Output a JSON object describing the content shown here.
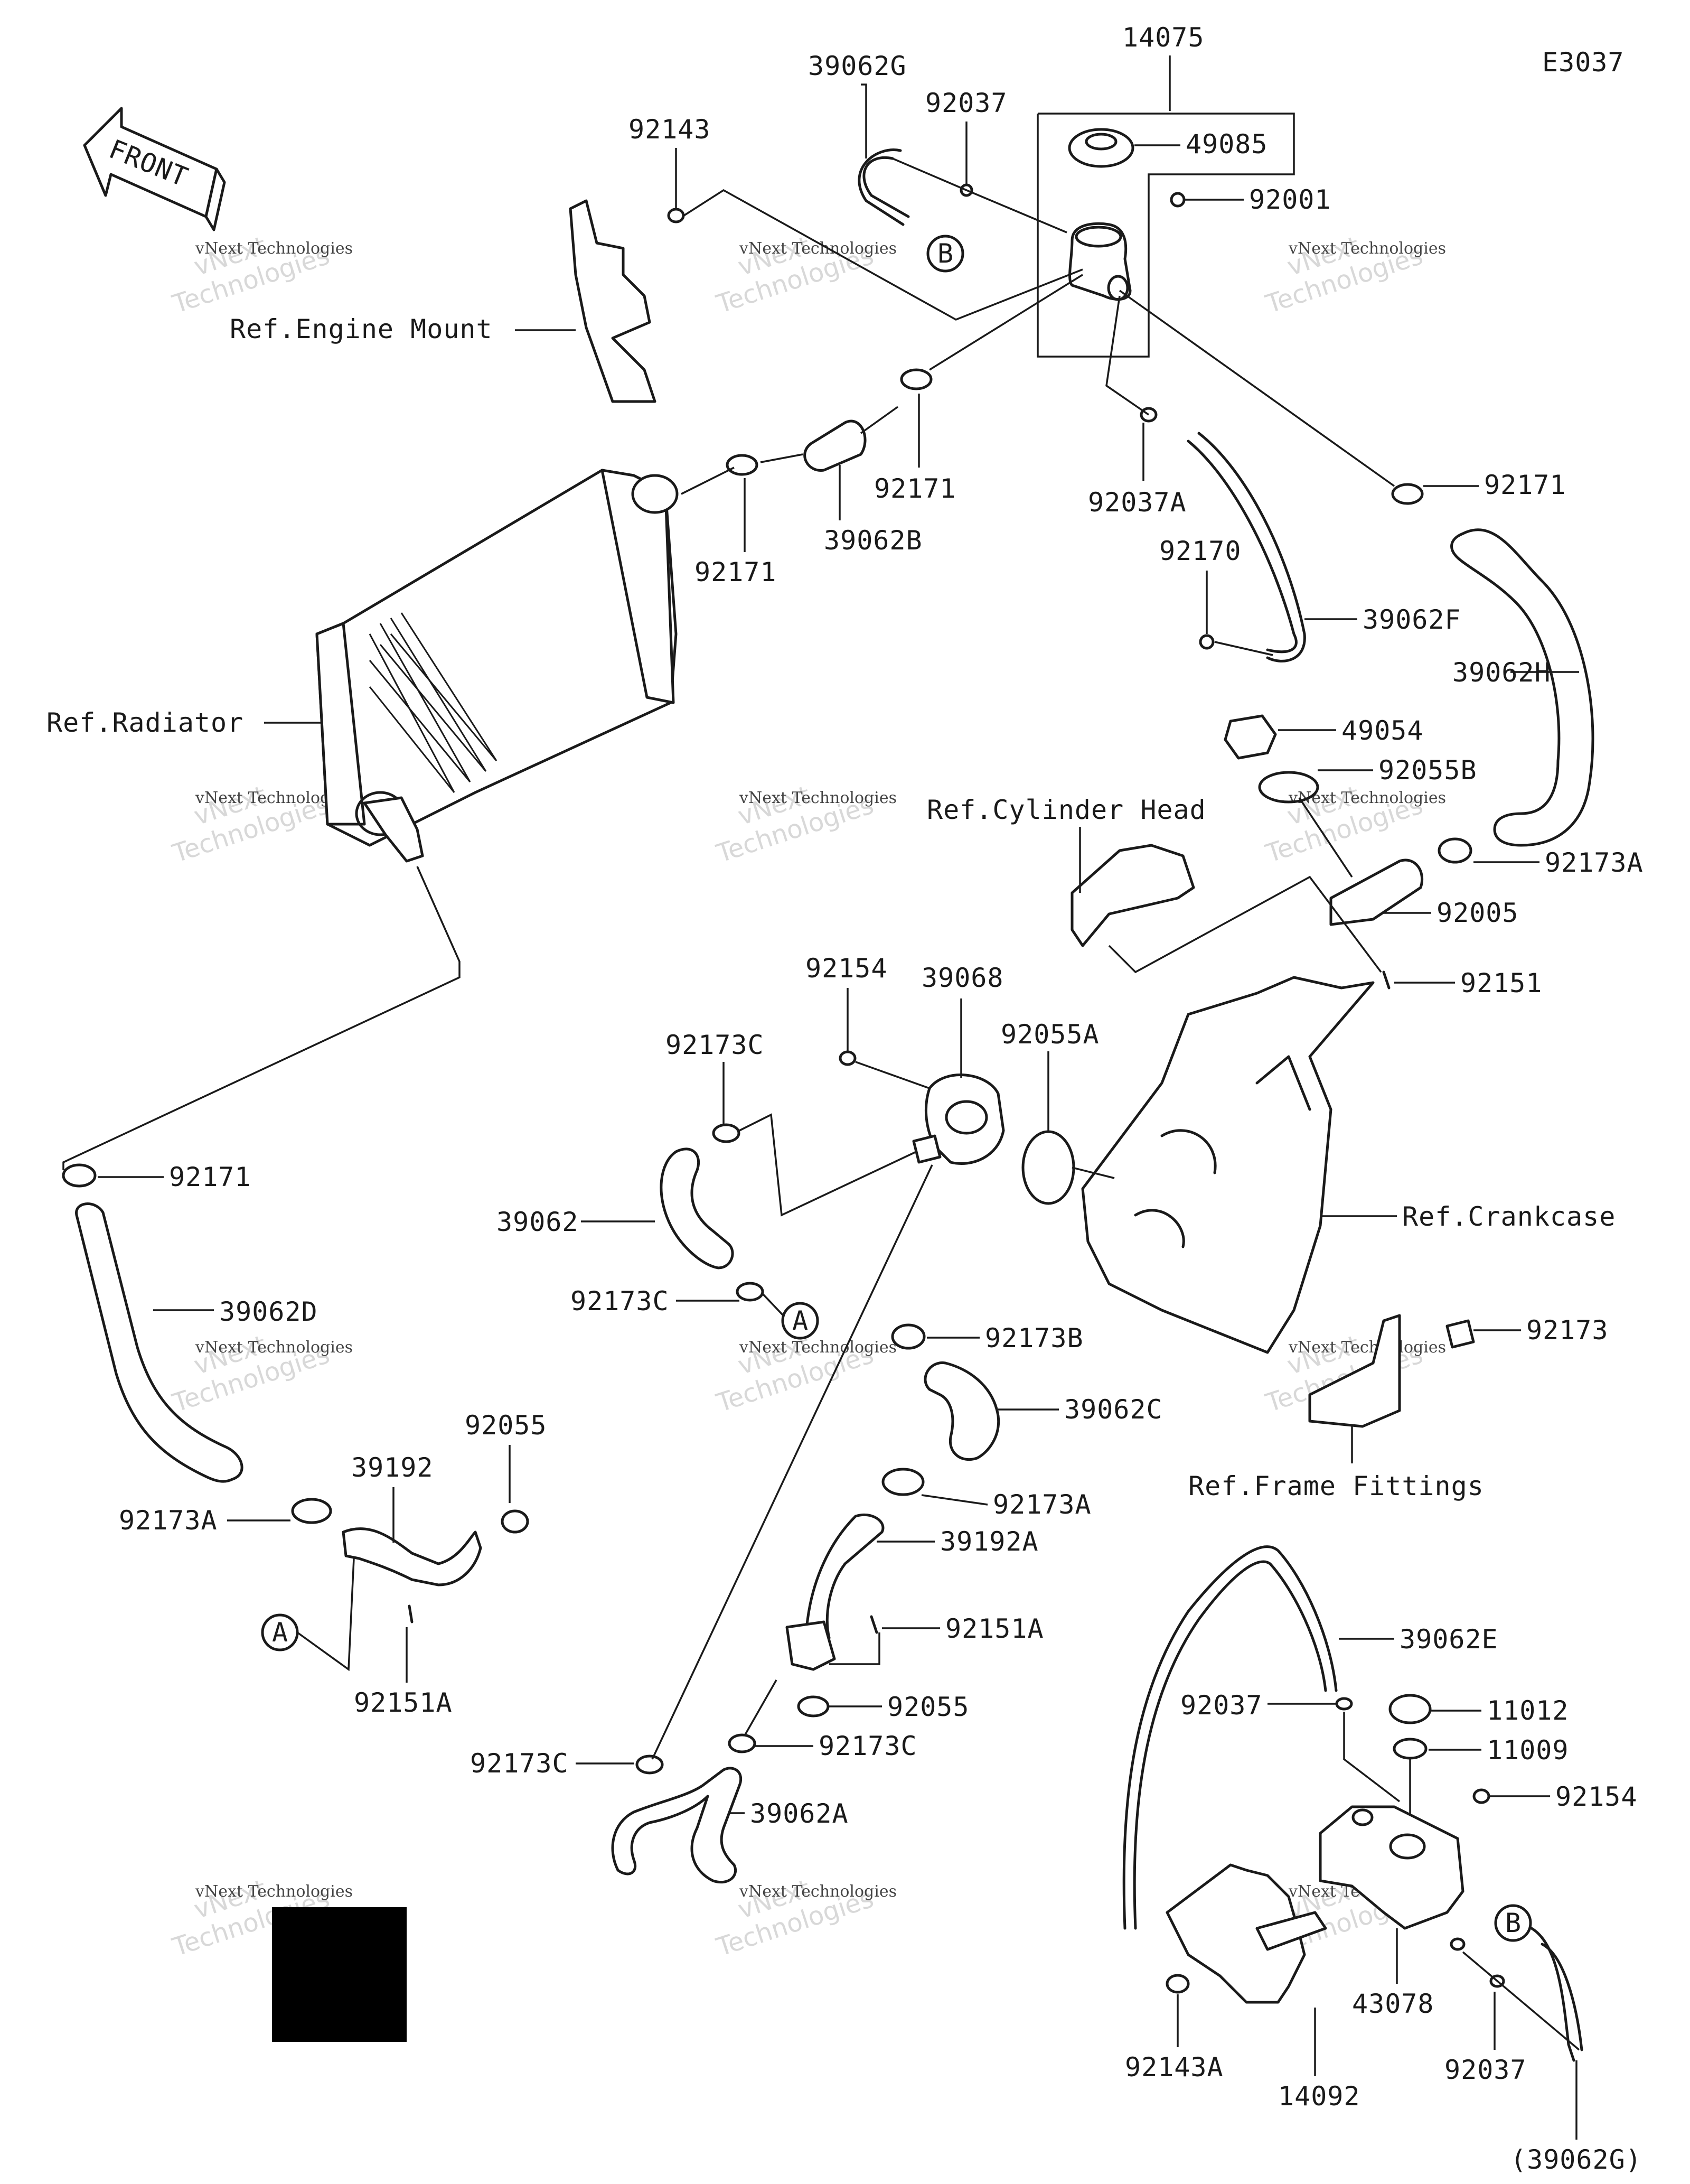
{
  "diagram_code": "E3037",
  "front_label": "FRONT",
  "watermark": {
    "line1": "vNext",
    "line2": "Technologies",
    "caption": "vNext Technologies"
  },
  "callout_letters": {
    "a": "A",
    "b": "B"
  },
  "labels": {
    "p14075": "14075",
    "p39062G": "39062G",
    "p92037_top": "92037",
    "p49085": "49085",
    "p92001": "92001",
    "p92143": "92143",
    "ref_engine_mount": "Ref.Engine Mount",
    "p92171_a": "92171",
    "p92171_b": "92171",
    "p92171_c": "92171",
    "p92171_d": "92171",
    "p39062B": "39062B",
    "p92037A": "92037A",
    "p92170": "92170",
    "p39062F": "39062F",
    "p39062H": "39062H",
    "ref_radiator": "Ref.Radiator",
    "p49054": "49054",
    "p92055B": "92055B",
    "ref_cylinder_head": "Ref.Cylinder Head",
    "p92173A_right": "92173A",
    "p92005": "92005",
    "p92151": "92151",
    "p92154_mid": "92154",
    "p39068": "39068",
    "p92055A": "92055A",
    "p92173C_top": "92173C",
    "ref_crankcase": "Ref.Crankcase",
    "p39062": "39062",
    "p92173C_mid": "92173C",
    "p92173B": "92173B",
    "p92173": "92173",
    "p39062D": "39062D",
    "p39062C": "39062C",
    "ref_frame_fittings": "Ref.Frame Fittings",
    "p92055_left": "92055",
    "p39192": "39192",
    "p92173A_left": "92173A",
    "p92173A_mid": "92173A",
    "p39192A": "39192A",
    "p92151A_right": "92151A",
    "p92151A_left": "92151A",
    "p39062E": "39062E",
    "p92037_right": "92037",
    "p11012": "11012",
    "p92055_mid": "92055",
    "p11009": "11009",
    "p92173C_low1": "92173C",
    "p92173C_low2": "92173C",
    "p92154_right": "92154",
    "p39062A": "39062A",
    "p43078": "43078",
    "p92143A": "92143A",
    "p14092": "14092",
    "p92037_bottom": "92037",
    "p39062G_ref": "(39062G)"
  }
}
